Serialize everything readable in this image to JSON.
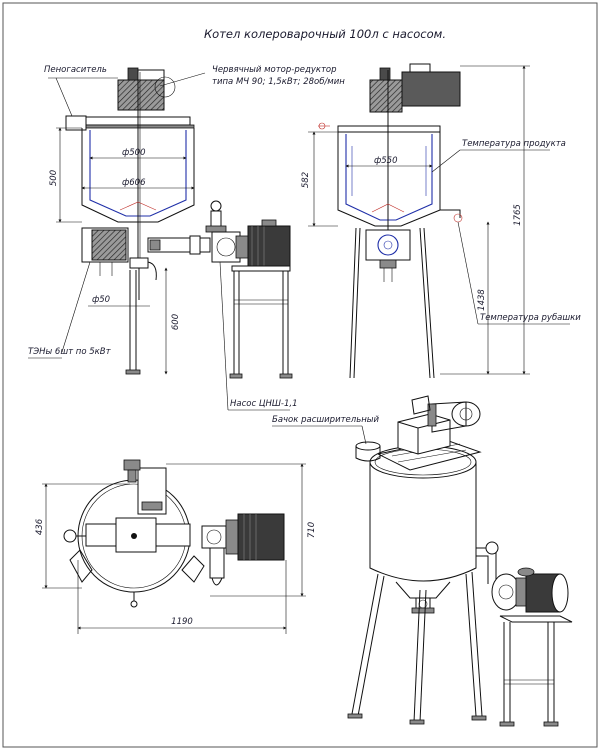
{
  "title": "Котел колероварочный 100л с насосом.",
  "labels": {
    "defoamer": "Пеногаситель",
    "worm_gear_motor_line1": "Червячный мотор-редуктор",
    "worm_gear_motor_line2": "типа МЧ 90; 1,5кВт; 28об/мин",
    "product_temperature": "Температура продукта",
    "jacket_temperature": "Температура рубашки",
    "heaters": "ТЭНы 6шт по 5кВт",
    "pump": "Насос ЦНШ-1,1",
    "expansion_tank": "Бачок расширительный"
  },
  "dimensions": {
    "d_inner": "ф500",
    "d_outer": "ф606",
    "h_tank": "500",
    "d_pipe": "ф50",
    "h_legs": "600",
    "d_side": "ф550",
    "h_side_tank": "582",
    "h_1438": "1438",
    "h_total": "1765",
    "w_plan": "436",
    "d_plan": "710",
    "l_plan": "1190"
  },
  "colors": {
    "line": "#111111",
    "accent_blue": "#1f2fa8",
    "accent_red": "#c0302a",
    "text": "#1a1a2e"
  }
}
